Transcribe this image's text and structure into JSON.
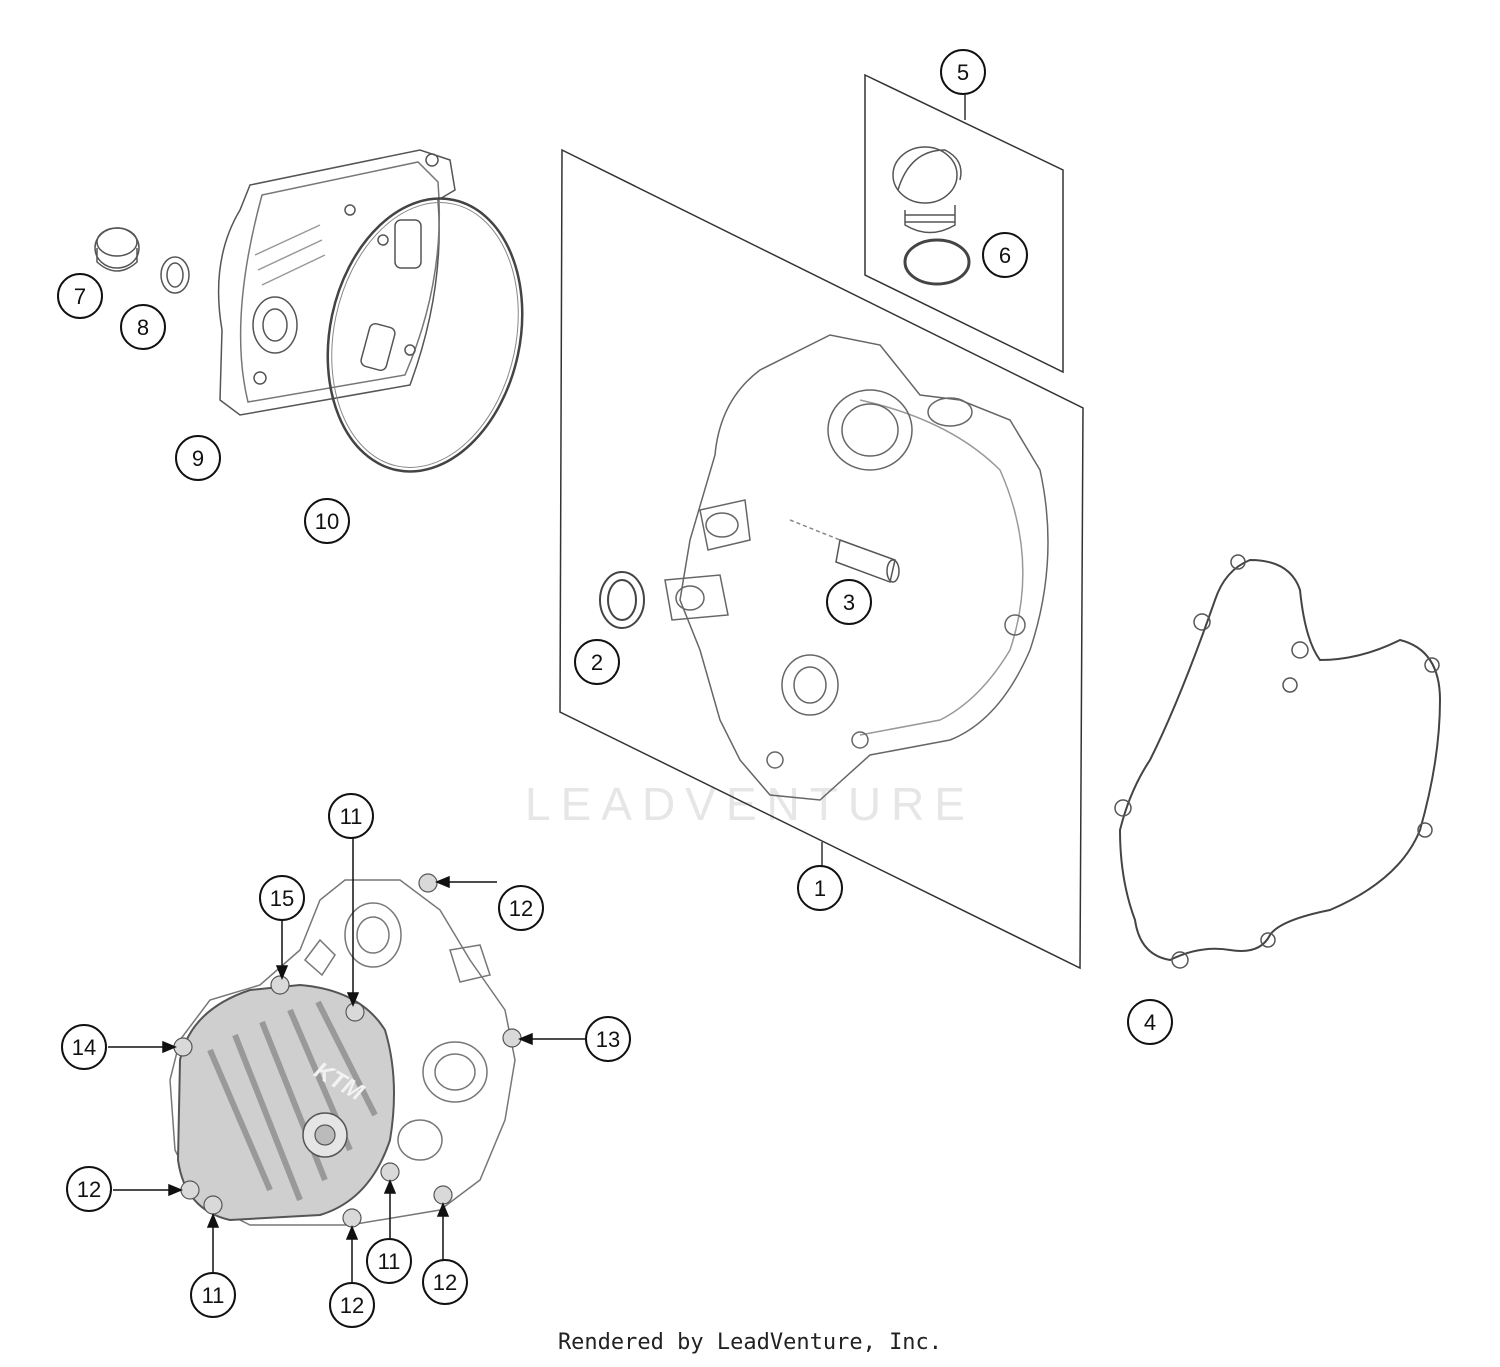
{
  "watermark": "LEADVENTURE",
  "footer": "Rendered by LeadVenture, Inc.",
  "logo_text": "KTM",
  "callouts": [
    {
      "id": "c1",
      "label": "1"
    },
    {
      "id": "c2",
      "label": "2"
    },
    {
      "id": "c3",
      "label": "3"
    },
    {
      "id": "c4",
      "label": "4"
    },
    {
      "id": "c5",
      "label": "5"
    },
    {
      "id": "c6",
      "label": "6"
    },
    {
      "id": "c7",
      "label": "7"
    },
    {
      "id": "c8",
      "label": "8"
    },
    {
      "id": "c9",
      "label": "9"
    },
    {
      "id": "c10",
      "label": "10"
    },
    {
      "id": "c11a",
      "label": "11"
    },
    {
      "id": "c15",
      "label": "15"
    },
    {
      "id": "c12a",
      "label": "12"
    },
    {
      "id": "c14",
      "label": "14"
    },
    {
      "id": "c13",
      "label": "13"
    },
    {
      "id": "c12b",
      "label": "12"
    },
    {
      "id": "c11b",
      "label": "11"
    },
    {
      "id": "c11c",
      "label": "11"
    },
    {
      "id": "c12c",
      "label": "12"
    },
    {
      "id": "c12d",
      "label": "12"
    }
  ]
}
